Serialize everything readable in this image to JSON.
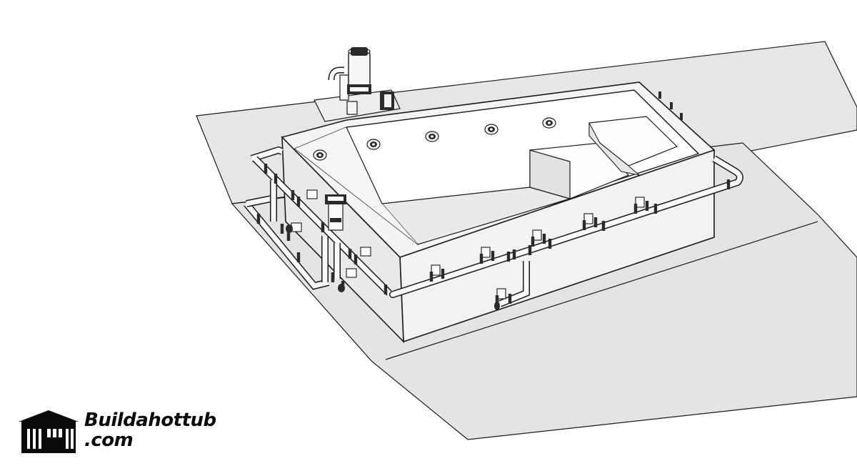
{
  "brand": {
    "name_line1": "Buildahottub",
    "name_line2": ".com",
    "logo_icon": "gazebo-icon"
  },
  "scene": {
    "subject": "hot-tub-plumbing-diagram",
    "colors": {
      "ground": "#e6e6e6",
      "wall_face": "#f4f4f4",
      "interior": "#ffffff",
      "interior_shadow": "#e9e9e9",
      "stroke": "#1a1a1a",
      "pipe": "#fafafa",
      "fitting": "#2b2b2b"
    },
    "jets": {
      "interior_wall": 5,
      "side_wall": 5
    }
  }
}
